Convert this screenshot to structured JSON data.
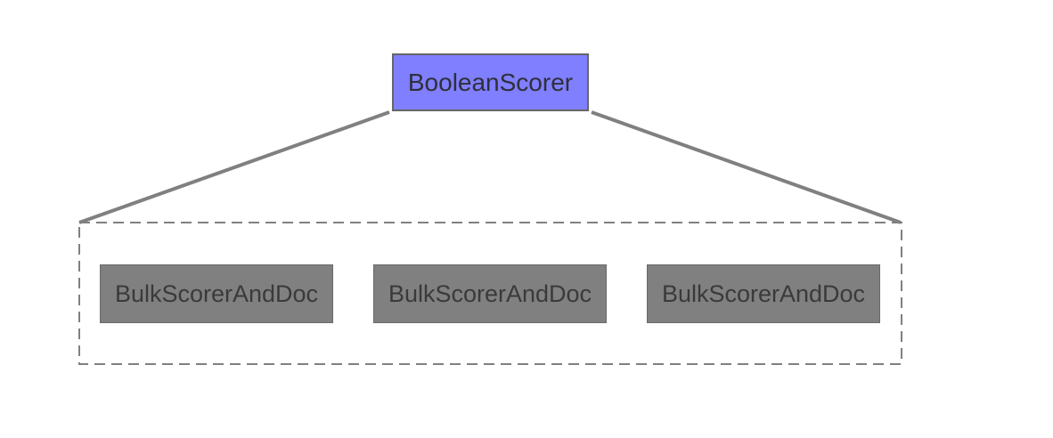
{
  "diagram": {
    "root": {
      "label": "BooleanScorer",
      "fill_color": "#7f7fff"
    },
    "children": [
      {
        "label": "BulkScorerAndDoc"
      },
      {
        "label": "BulkScorerAndDoc"
      },
      {
        "label": "BulkScorerAndDoc"
      }
    ],
    "colors": {
      "child_fill": "#808080",
      "connector": "#808080",
      "group_border": "#808080"
    }
  }
}
